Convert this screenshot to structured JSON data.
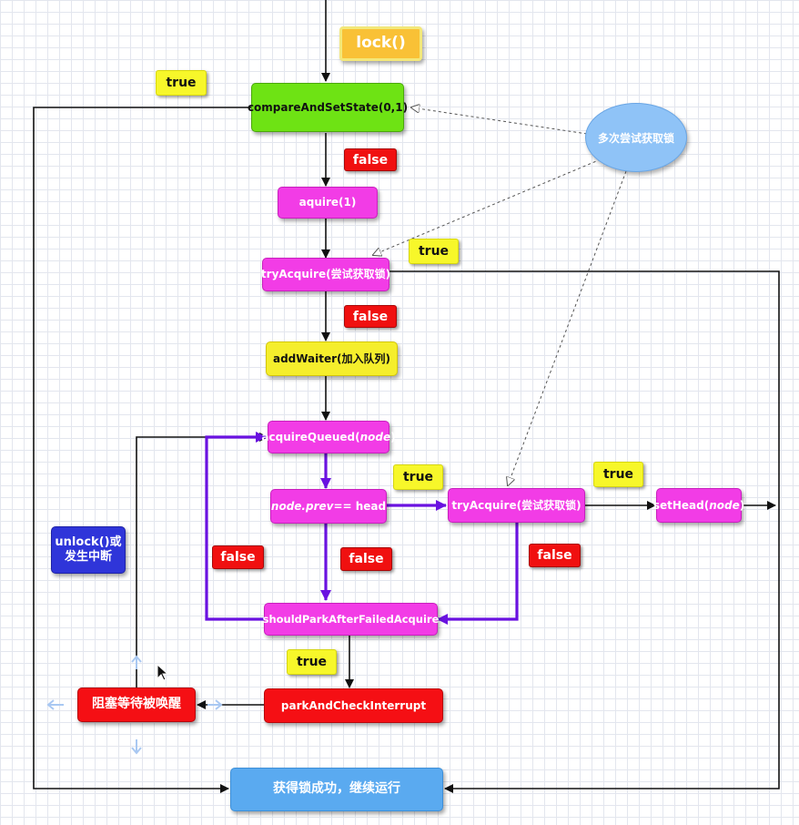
{
  "nodes": {
    "lock": "lock()",
    "cas": "compareAndSetState(0,1)",
    "aquire": "aquire(1)",
    "try_acquire_1": "tryAcquire(尝试获取锁)",
    "add_waiter": "addWaiter(加入队列)",
    "acquire_queued_prefix": "acquireQueued(",
    "acquire_queued_arg": "node",
    "acquire_queued_suffix": ")",
    "prev_check_var": "node.prev",
    "prev_check_op": " == head",
    "try_acquire_2": "tryAcquire(尝试获取锁)",
    "set_head_prefix": "setHead(",
    "set_head_arg": "node",
    "set_head_suffix": ")",
    "should_park": "shouldParkAfterFailedAcquire",
    "park_check": "parkAndCheckInterrupt",
    "blocked": "阻塞等待被唤醒",
    "unlock_line1": "unlock()或",
    "unlock_line2": "发生中断",
    "success": "获得锁成功，继续运行",
    "multi_try": "多次尝试获取锁"
  },
  "labels": {
    "true": "true",
    "false": "false"
  },
  "colors": {
    "green": "#6ee314",
    "magenta": "#f23ce6",
    "yellow": "#f5ee2c",
    "red": "#f50f14",
    "blue": "#2f35d9",
    "sky_blue": "#5aaaf0",
    "orange": "#f9c136",
    "purple_edge": "#6a12e0"
  }
}
